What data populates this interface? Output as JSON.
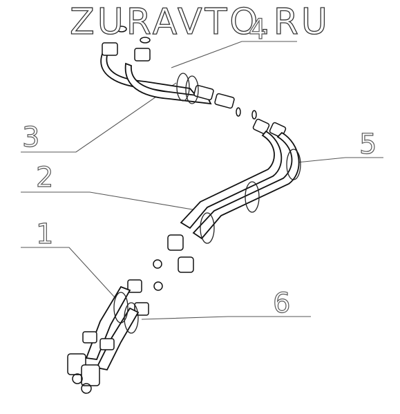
{
  "watermark": "ZURAVTO.RU",
  "callouts": [
    {
      "id": "c1",
      "label": "1"
    },
    {
      "id": "c2",
      "label": "2"
    },
    {
      "id": "c3",
      "label": "3"
    },
    {
      "id": "c4",
      "label": "4"
    },
    {
      "id": "c5",
      "label": "5"
    },
    {
      "id": "c6",
      "label": "6"
    }
  ]
}
